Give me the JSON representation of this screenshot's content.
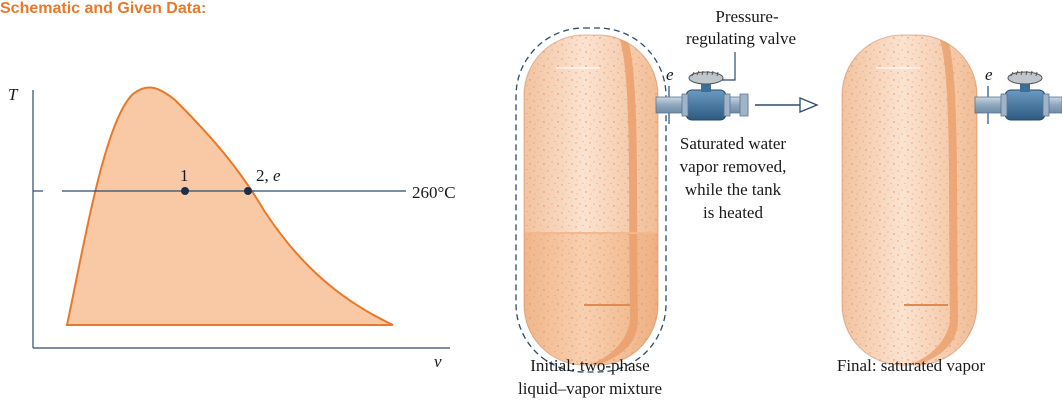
{
  "heading": "Schematic and Given Data:",
  "colors": {
    "heading": "#e8792a",
    "dome_stroke": "#e8792a",
    "dome_fill": "#f8c9a4",
    "line": "#2b4c6f",
    "tank_vapor": "#f7d7c0",
    "tank_liquid": "#f4c09a",
    "speckle": "#e8935a",
    "pipe": "#9fb4c9",
    "valve_body": "#3c6f98"
  },
  "ts_diagram": {
    "t_axis": "T",
    "v_axis": "v",
    "point_1": "1",
    "point_2": "2, ",
    "point_2_state": "e",
    "isotherm": "260°C"
  },
  "tank_initial": {
    "exit_label": "e",
    "caption_line1": "Initial: two-phase",
    "caption_line2": "liquid–vapor mixture"
  },
  "valve_label_line1": "Pressure-",
  "valve_label_line2": "regulating valve",
  "process_note": [
    "Saturated water",
    "vapor removed,",
    "while the tank",
    "is heated"
  ],
  "tank_final": {
    "exit_label": "e",
    "caption": "Final: saturated vapor"
  },
  "icons": [
    "pressure-regulating-valve-icon",
    "arrow-right-icon"
  ]
}
